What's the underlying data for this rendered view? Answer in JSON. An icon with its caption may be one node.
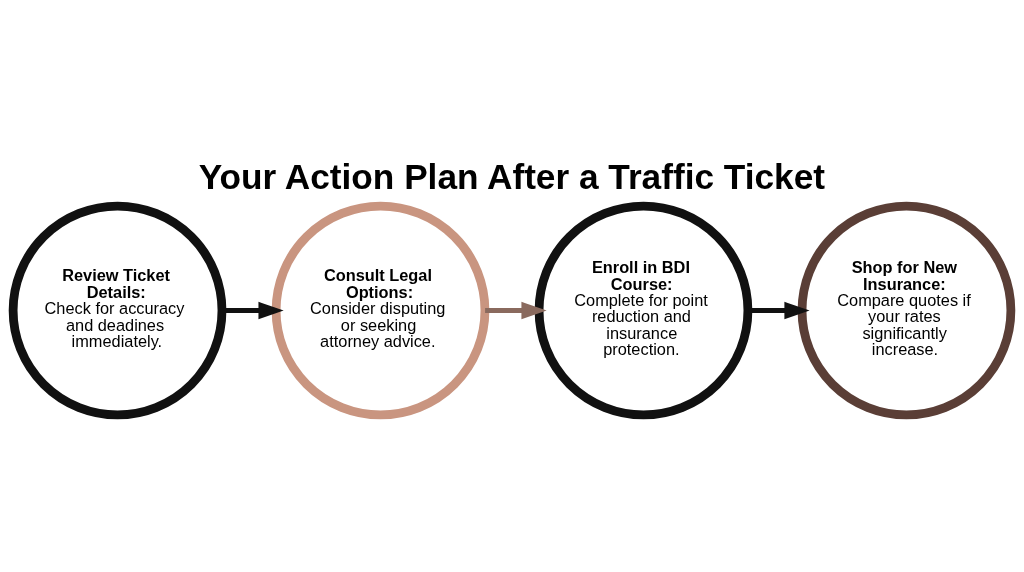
{
  "diagram": {
    "title": "Your Action Plan After a Traffic Ticket",
    "nodes": [
      {
        "text": [
          "Review Ticket Details:",
          "Check for accuracy and deadines immediately."
        ]
      },
      {
        "text": [
          "Consult Legal Options:",
          "Consider disputing or seeking attorney advice."
        ]
      },
      {
        "text": [
          "Enroll in BDI Course:",
          "Complete for point reduction and insurance protection."
        ]
      },
      {
        "text": [
          "Shop for New Insurance:",
          "Compare quotes if your rates significantly increase."
        ]
      }
    ],
    "edges": [
      {
        "from": 0,
        "to": 1,
        "arrow": "to"
      },
      {
        "from": 1,
        "to": 2,
        "arrow": "to",
        "color": "#8a6a5e"
      },
      {
        "from": 2,
        "to": 3,
        "arrow": "to"
      }
    ]
  }
}
